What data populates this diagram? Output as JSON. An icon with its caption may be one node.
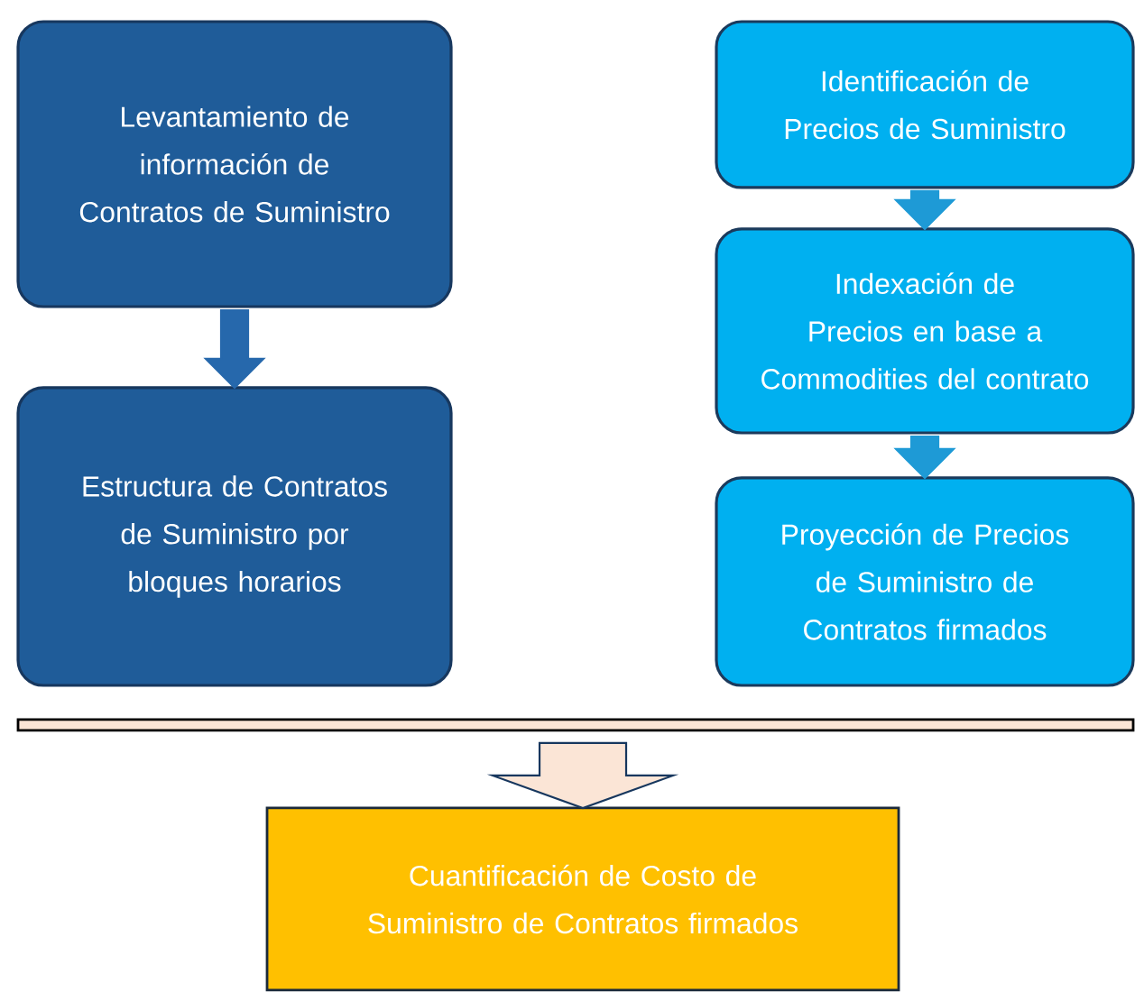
{
  "diagram": {
    "nodes": [
      {
        "text": [
          "Levantamiento de información de Contratos de Suministro"
        ]
      },
      {
        "text": [
          "Estructura de Contratos de Suministro por bloques horarios"
        ]
      },
      {
        "text": [
          "Identificación de Precios de Suministro"
        ]
      },
      {
        "text": [
          "Indexación de Precios en base a Commodities del contrato"
        ]
      },
      {
        "text": [
          "Proyección de Precios de Suministro de Contratos firmados"
        ]
      },
      {
        "text": [],
        "shape": "bar"
      },
      {
        "text": [
          "Cuantificación de Costo de Suministro de Contratos firmados"
        ]
      }
    ],
    "edges": [
      {
        "from": 0,
        "to": 1,
        "arrow": "to",
        "color": "#2668ac"
      },
      {
        "from": 2,
        "to": 3,
        "arrow": "to"
      },
      {
        "from": 3,
        "to": 4,
        "arrow": "to"
      },
      {
        "from": 5,
        "to": 6,
        "arrow": "to",
        "color": "#fbe5d6"
      }
    ]
  }
}
